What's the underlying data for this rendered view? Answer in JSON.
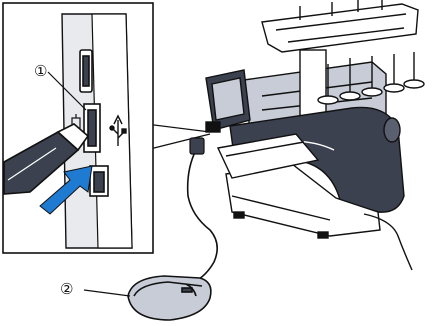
{
  "callouts": [
    {
      "label": "①",
      "name": "usb-port"
    },
    {
      "label": "②",
      "name": "usb-mouse"
    }
  ],
  "colors": {
    "line": "#111111",
    "panel": "#ffffff",
    "machine_shade": "#c7ccd6",
    "machine_dark": "#3c4150",
    "arrow": "#1f7ad1"
  }
}
